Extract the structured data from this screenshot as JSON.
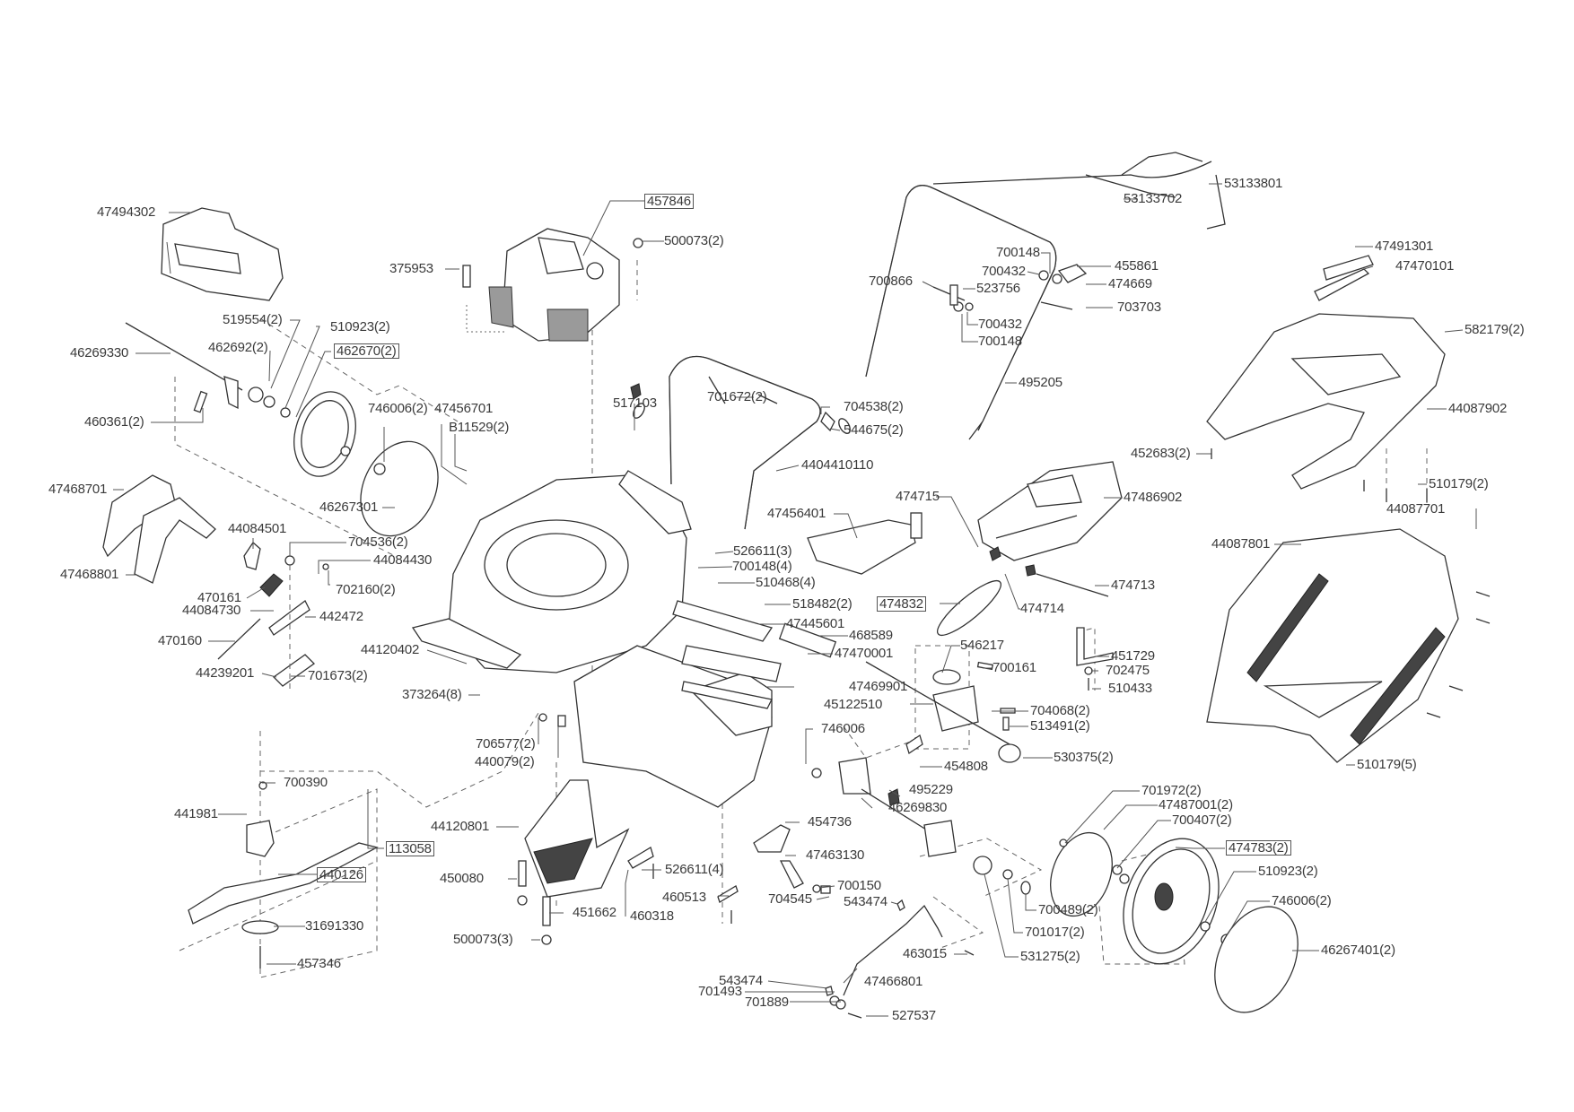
{
  "diagram": {
    "type": "exploded-parts-diagram",
    "subject": "lawn mower",
    "labels": [
      {
        "id": "47494302",
        "text": "47494302",
        "boxed": false,
        "part": "engine-cover"
      },
      {
        "id": "457846",
        "text": "457846",
        "boxed": true,
        "part": "engine"
      },
      {
        "id": "500073-top",
        "text": "500073(2)",
        "boxed": false,
        "part": "nut"
      },
      {
        "id": "375953",
        "text": "375953",
        "boxed": false,
        "part": "bolt"
      },
      {
        "id": "519554",
        "text": "519554(2)",
        "boxed": false,
        "part": "washer"
      },
      {
        "id": "510923-front",
        "text": "510923(2)",
        "boxed": false,
        "part": "nut"
      },
      {
        "id": "46269330",
        "text": "46269330",
        "boxed": false,
        "part": "front-axle"
      },
      {
        "id": "462692",
        "text": "462692(2)",
        "boxed": false,
        "part": "washer"
      },
      {
        "id": "462670",
        "text": "462670(2)",
        "boxed": true,
        "part": "front-wheel"
      },
      {
        "id": "460361",
        "text": "460361(2)",
        "boxed": false,
        "part": "spring"
      },
      {
        "id": "746006-front",
        "text": "746006(2)",
        "boxed": false,
        "part": "nut"
      },
      {
        "id": "47456701",
        "text": "47456701",
        "boxed": false,
        "part": "cable-guide"
      },
      {
        "id": "B11529",
        "text": "B11529(2)",
        "boxed": false,
        "part": "screw"
      },
      {
        "id": "46267301",
        "text": "46267301",
        "boxed": false,
        "part": "hub-cap"
      },
      {
        "id": "47468701",
        "text": "47468701",
        "boxed": false,
        "part": "trim-upper"
      },
      {
        "id": "47468801",
        "text": "47468801",
        "boxed": false,
        "part": "trim-lower"
      },
      {
        "id": "44084501",
        "text": "44084501",
        "boxed": false,
        "part": "height-clip"
      },
      {
        "id": "704536",
        "text": "704536(2)",
        "boxed": false,
        "part": "nut"
      },
      {
        "id": "44084430",
        "text": "44084430",
        "boxed": false,
        "part": "pin"
      },
      {
        "id": "702160",
        "text": "702160(2)",
        "boxed": false,
        "part": "washer"
      },
      {
        "id": "470161",
        "text": "470161",
        "boxed": false,
        "part": "lever"
      },
      {
        "id": "44084730",
        "text": "44084730",
        "boxed": false,
        "part": "bracket"
      },
      {
        "id": "442472",
        "text": "442472",
        "boxed": false,
        "part": "spring"
      },
      {
        "id": "470160",
        "text": "470160",
        "boxed": false,
        "part": "rod"
      },
      {
        "id": "44239201",
        "text": "44239201",
        "boxed": false,
        "part": "adjuster"
      },
      {
        "id": "701673",
        "text": "701673(2)",
        "boxed": false,
        "part": "screw"
      },
      {
        "id": "44120402",
        "text": "44120402",
        "boxed": false,
        "part": "deck-plate"
      },
      {
        "id": "373264",
        "text": "373264(8)",
        "boxed": false,
        "part": "screw"
      },
      {
        "id": "700390",
        "text": "700390",
        "boxed": false,
        "part": "key"
      },
      {
        "id": "441981",
        "text": "441981",
        "boxed": false,
        "part": "blade-adapter"
      },
      {
        "id": "113058",
        "text": "113058",
        "boxed": true,
        "part": "blade-kit"
      },
      {
        "id": "440126",
        "text": "440126",
        "boxed": true,
        "part": "blade"
      },
      {
        "id": "31691330",
        "text": "31691330",
        "boxed": false,
        "part": "washer"
      },
      {
        "id": "457346",
        "text": "457346",
        "boxed": false,
        "part": "blade-bolt"
      },
      {
        "id": "706577",
        "text": "706577(2)",
        "boxed": false,
        "part": "screw"
      },
      {
        "id": "440079",
        "text": "440079(2)",
        "boxed": false,
        "part": "clip"
      },
      {
        "id": "44120801",
        "text": "44120801",
        "boxed": false,
        "part": "rear-flap"
      },
      {
        "id": "450080",
        "text": "450080",
        "boxed": false,
        "part": "spring"
      },
      {
        "id": "500073-bottom",
        "text": "500073(3)",
        "boxed": false,
        "part": "nut"
      },
      {
        "id": "451662",
        "text": "451662",
        "boxed": false,
        "part": "spring"
      },
      {
        "id": "460318",
        "text": "460318",
        "boxed": false,
        "part": "bracket"
      },
      {
        "id": "526611-4",
        "text": "526611(4)",
        "boxed": false,
        "part": "screw"
      },
      {
        "id": "460513",
        "text": "460513",
        "boxed": false,
        "part": "link"
      },
      {
        "id": "517103",
        "text": "517103",
        "boxed": false,
        "part": "bushing"
      },
      {
        "id": "701672",
        "text": "701672(2)",
        "boxed": false,
        "part": "bolt"
      },
      {
        "id": "704538",
        "text": "704538(2)",
        "boxed": false,
        "part": "washer"
      },
      {
        "id": "544675",
        "text": "544675(2)",
        "boxed": false,
        "part": "knob"
      },
      {
        "id": "4404410110",
        "text": "4404410110",
        "boxed": false,
        "part": "lower-handle"
      },
      {
        "id": "47456401",
        "text": "47456401",
        "boxed": false,
        "part": "deflector"
      },
      {
        "id": "526611-3",
        "text": "526611(3)",
        "boxed": false,
        "part": "screw"
      },
      {
        "id": "700148-4",
        "text": "700148(4)",
        "boxed": false,
        "part": "washer"
      },
      {
        "id": "510468",
        "text": "510468(4)",
        "boxed": false,
        "part": "screw"
      },
      {
        "id": "518482",
        "text": "518482(2)",
        "boxed": false,
        "part": "screw"
      },
      {
        "id": "47445601",
        "text": "47445601",
        "boxed": false,
        "part": "rear-trim"
      },
      {
        "id": "468589",
        "text": "468589",
        "boxed": false,
        "part": "pin"
      },
      {
        "id": "47470001",
        "text": "47470001",
        "boxed": false,
        "part": "plate"
      },
      {
        "id": "47469901",
        "text": "47469901",
        "boxed": false,
        "part": "rear-housing"
      },
      {
        "id": "45122510",
        "text": "45122510",
        "boxed": false,
        "part": "drive-shaft"
      },
      {
        "id": "746006-mid",
        "text": "746006",
        "boxed": false,
        "part": "nut"
      },
      {
        "id": "495229",
        "text": "495229",
        "boxed": false,
        "part": "spring"
      },
      {
        "id": "46269830",
        "text": "46269830",
        "boxed": false,
        "part": "rear-axle"
      },
      {
        "id": "454736",
        "text": "454736",
        "boxed": false,
        "part": "height-knob"
      },
      {
        "id": "47463130",
        "text": "47463130",
        "boxed": false,
        "part": "bracket"
      },
      {
        "id": "700150",
        "text": "700150",
        "boxed": false,
        "part": "washer"
      },
      {
        "id": "704545",
        "text": "704545",
        "boxed": false,
        "part": "bolt"
      },
      {
        "id": "543474-top",
        "text": "543474",
        "boxed": false,
        "part": "clip"
      },
      {
        "id": "463015",
        "text": "463015",
        "boxed": false,
        "part": "bolt"
      },
      {
        "id": "543474-bottom",
        "text": "543474",
        "boxed": false,
        "part": "clip"
      },
      {
        "id": "701493",
        "text": "701493",
        "boxed": false,
        "part": "washer"
      },
      {
        "id": "701889",
        "text": "701889",
        "boxed": false,
        "part": "washer"
      },
      {
        "id": "47466801",
        "text": "47466801",
        "boxed": false,
        "part": "height-lever"
      },
      {
        "id": "527537",
        "text": "527537",
        "boxed": false,
        "part": "bolt"
      },
      {
        "id": "53133801",
        "text": "53133801",
        "boxed": false,
        "part": "drive-bail"
      },
      {
        "id": "53133702",
        "text": "53133702",
        "boxed": false,
        "part": "brake-bail"
      },
      {
        "id": "700148-a",
        "text": "700148",
        "boxed": false,
        "part": "washer"
      },
      {
        "id": "700432-a",
        "text": "700432",
        "boxed": false,
        "part": "nut"
      },
      {
        "id": "455861",
        "text": "455861",
        "boxed": false,
        "part": "cable"
      },
      {
        "id": "474669",
        "text": "474669",
        "boxed": false,
        "part": "cable-holder"
      },
      {
        "id": "700866",
        "text": "700866",
        "boxed": false,
        "part": "bolt"
      },
      {
        "id": "523756",
        "text": "523756",
        "boxed": false,
        "part": "clip"
      },
      {
        "id": "703703",
        "text": "703703",
        "boxed": false,
        "part": "bolt"
      },
      {
        "id": "700432-b",
        "text": "700432",
        "boxed": false,
        "part": "nut"
      },
      {
        "id": "700148-b",
        "text": "700148",
        "boxed": false,
        "part": "washer"
      },
      {
        "id": "495205",
        "text": "495205",
        "boxed": false,
        "part": "upper-handle"
      },
      {
        "id": "474715",
        "text": "474715",
        "boxed": false,
        "part": "spring"
      },
      {
        "id": "47486902",
        "text": "47486902",
        "boxed": false,
        "part": "rear-flap-cover"
      },
      {
        "id": "474832",
        "text": "474832",
        "boxed": true,
        "part": "drive-belt"
      },
      {
        "id": "474714",
        "text": "474714",
        "boxed": false,
        "part": "spring"
      },
      {
        "id": "474713",
        "text": "474713",
        "boxed": false,
        "part": "rod"
      },
      {
        "id": "546217",
        "text": "546217",
        "boxed": false,
        "part": "pulley"
      },
      {
        "id": "700161",
        "text": "700161",
        "boxed": false,
        "part": "key"
      },
      {
        "id": "451729",
        "text": "451729",
        "boxed": false,
        "part": "bracket"
      },
      {
        "id": "702475",
        "text": "702475",
        "boxed": false,
        "part": "washer"
      },
      {
        "id": "510433",
        "text": "510433",
        "boxed": false,
        "part": "screw"
      },
      {
        "id": "704068",
        "text": "704068(2)",
        "boxed": false,
        "part": "key"
      },
      {
        "id": "513491",
        "text": "513491(2)",
        "boxed": false,
        "part": "spring"
      },
      {
        "id": "454808",
        "text": "454808",
        "boxed": false,
        "part": "cable-end"
      },
      {
        "id": "530375",
        "text": "530375(2)",
        "boxed": false,
        "part": "clutch"
      },
      {
        "id": "701972",
        "text": "701972(2)",
        "boxed": false,
        "part": "washer"
      },
      {
        "id": "47487001",
        "text": "47487001(2)",
        "boxed": false,
        "part": "wheel-cover"
      },
      {
        "id": "700407",
        "text": "700407(2)",
        "boxed": false,
        "part": "washer"
      },
      {
        "id": "474783",
        "text": "474783(2)",
        "boxed": true,
        "part": "rear-wheel"
      },
      {
        "id": "510923-rear",
        "text": "510923(2)",
        "boxed": false,
        "part": "nut"
      },
      {
        "id": "746006-rear",
        "text": "746006(2)",
        "boxed": false,
        "part": "nut"
      },
      {
        "id": "46267401",
        "text": "46267401(2)",
        "boxed": false,
        "part": "hub-cap"
      },
      {
        "id": "700489",
        "text": "700489(2)",
        "boxed": false,
        "part": "circlip"
      },
      {
        "id": "701017",
        "text": "701017(2)",
        "boxed": false,
        "part": "washer"
      },
      {
        "id": "531275",
        "text": "531275(2)",
        "boxed": false,
        "part": "gear"
      },
      {
        "id": "47491301",
        "text": "47491301",
        "boxed": false,
        "part": "label"
      },
      {
        "id": "47470101",
        "text": "47470101",
        "boxed": false,
        "part": "handle-grip"
      },
      {
        "id": "582179",
        "text": "582179(2)",
        "boxed": false,
        "part": "screw"
      },
      {
        "id": "44087902",
        "text": "44087902",
        "boxed": false,
        "part": "grass-bag-frame"
      },
      {
        "id": "452683",
        "text": "452683(2)",
        "boxed": false,
        "part": "screw"
      },
      {
        "id": "510179-2",
        "text": "510179(2)",
        "boxed": false,
        "part": "screw"
      },
      {
        "id": "44087701",
        "text": "44087701",
        "boxed": false,
        "part": "grass-bag-top"
      },
      {
        "id": "44087801",
        "text": "44087801",
        "boxed": false,
        "part": "grass-bag"
      },
      {
        "id": "510179-5",
        "text": "510179(5)",
        "boxed": false,
        "part": "screw"
      }
    ]
  }
}
